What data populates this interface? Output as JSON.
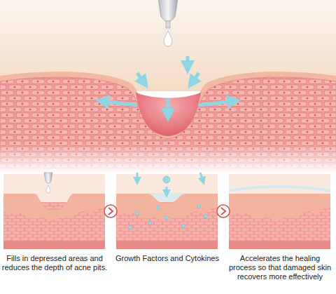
{
  "diagram": {
    "labels": [
      "Fills in depressed areas and reduces the depth of acne pits.",
      "Growth Factors and Cytokines",
      "Accelerates the healing process so that damaged skin recovers more effectively"
    ]
  }
}
